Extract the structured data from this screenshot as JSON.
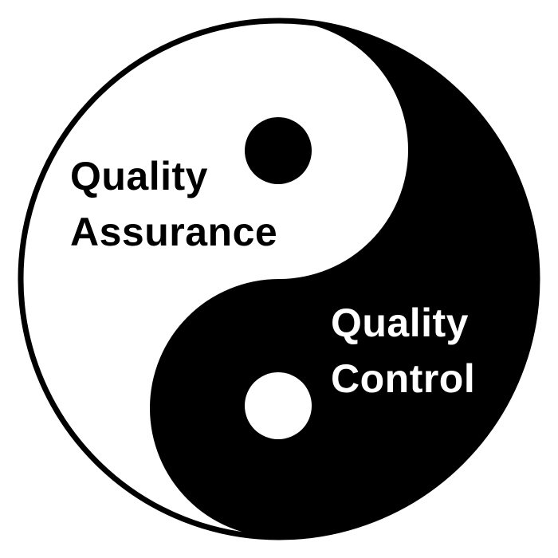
{
  "diagram": {
    "colors": {
      "dark": "#000000",
      "light": "#ffffff"
    },
    "labels": {
      "quality_assurance": {
        "line1": "Quality",
        "line2": "Assurance"
      },
      "quality_control": {
        "line1": "Quality",
        "line2": "Control"
      }
    }
  }
}
